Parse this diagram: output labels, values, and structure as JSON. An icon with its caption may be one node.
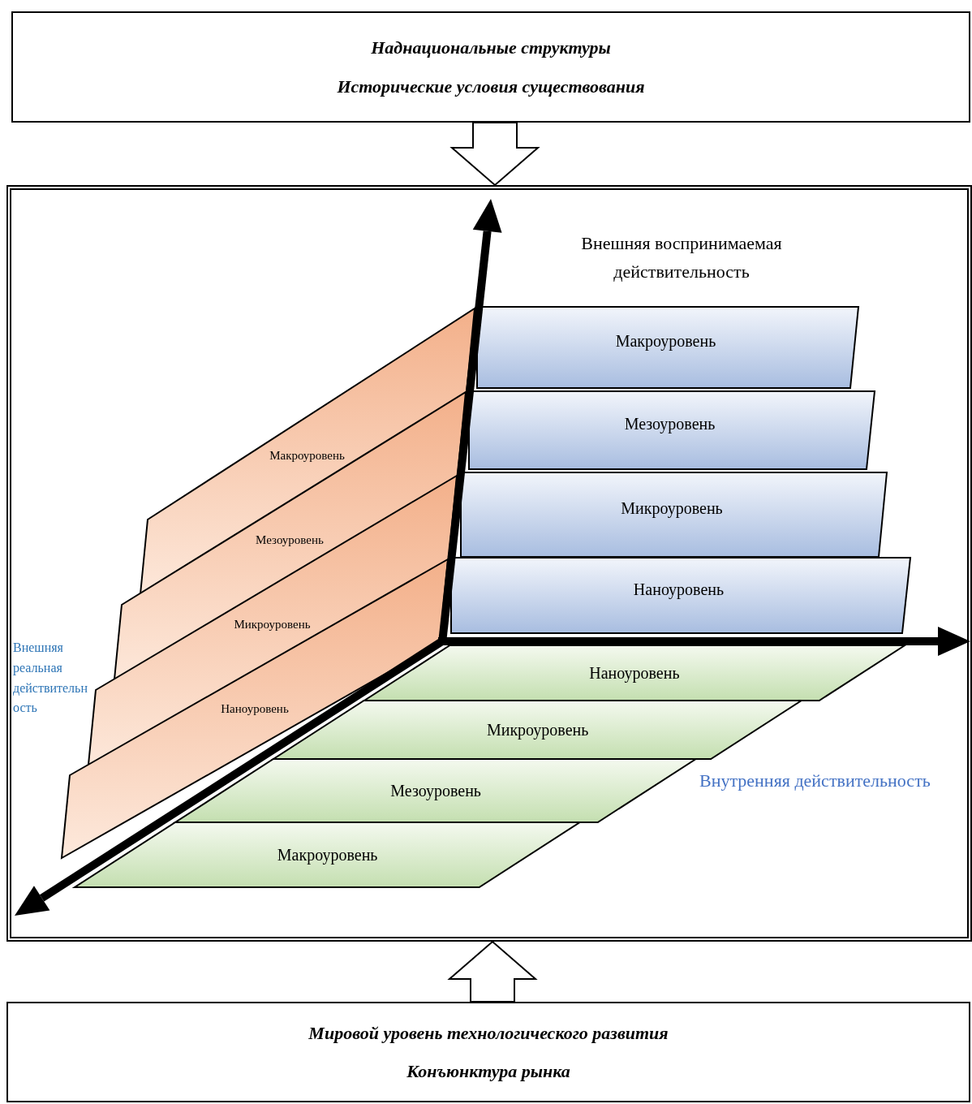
{
  "diagram": {
    "nodes": [
      {
        "text": [
          "Наднациональные структуры",
          "Исторические условия существования"
        ]
      },
      {
        "text": [],
        "shape": "box"
      },
      {
        "text": [
          "Макроуровень"
        ],
        "in": 1
      },
      {
        "text": [
          "Мезоуровень"
        ],
        "in": 1
      },
      {
        "text": [
          "Микроуровень"
        ],
        "in": 1
      },
      {
        "text": [
          "Наноуровень"
        ],
        "in": 1
      },
      {
        "text": [
          "Макроуровень"
        ],
        "in": 1
      },
      {
        "text": [
          "Мезоуровень"
        ],
        "in": 1
      },
      {
        "text": [
          "Микроуровень"
        ],
        "in": 1
      },
      {
        "text": [
          "Наноуровень"
        ],
        "in": 1
      },
      {
        "text": [
          "Наноуровень"
        ],
        "in": 1
      },
      {
        "text": [
          "Микроуровень"
        ],
        "in": 1
      },
      {
        "text": [
          "Мезоуровень"
        ],
        "in": 1
      },
      {
        "text": [
          "Макроуровень"
        ],
        "in": 1
      },
      {
        "text": [
          "Мировой уровень технологического развития",
          "Конъюнктура рынка"
        ]
      }
    ],
    "edges": [
      {
        "from": 0,
        "to": 1,
        "arrow": "to"
      },
      {
        "from": 14,
        "to": 1,
        "arrow": "to"
      }
    ],
    "labels": [
      "Внешняя воспринимаемая действительность",
      "Внешняя реальная действительность",
      "Внутренняя действительность"
    ]
  }
}
